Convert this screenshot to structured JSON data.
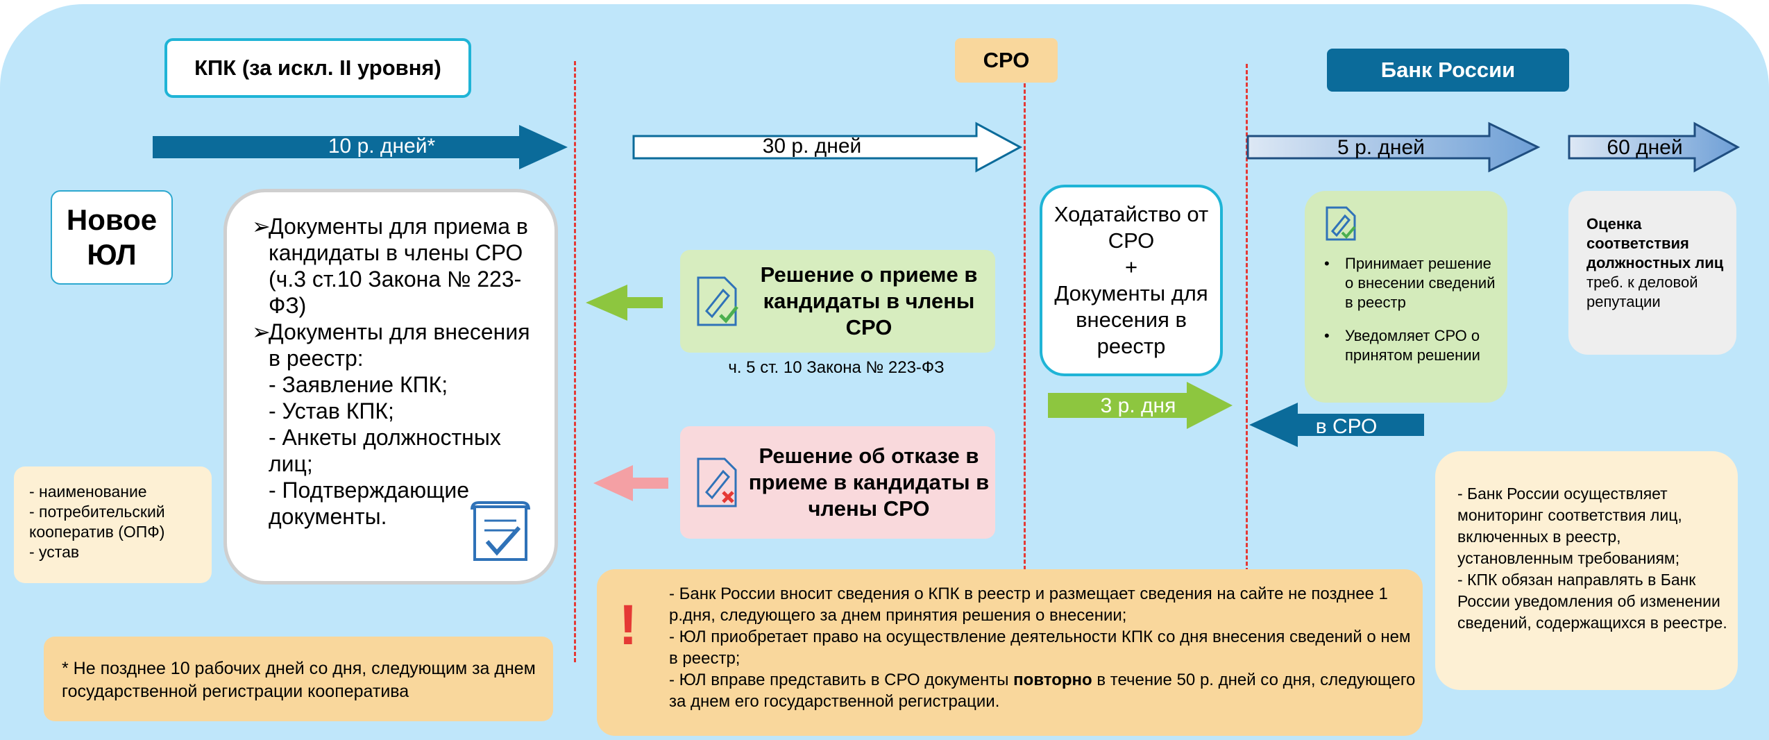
{
  "headers": {
    "kpk": "КПК (за искл. II уровня)",
    "sro": "СРО",
    "central_bank": "Банк России"
  },
  "timeline": {
    "kpk_days": "10 р. дней*",
    "sro_days": "30 р. дней",
    "cb_days": "5 р. дней",
    "assess_days": "60 дней",
    "petition_days": "3 р. дня",
    "to_sro": "в СРО"
  },
  "new_entity": {
    "label": "Новое ЮЛ"
  },
  "documents": {
    "bullets": [
      "Документы для приема в кандидаты в члены СРО (ч.3 ст.10 Закона № 223-ФЗ)",
      "Документы для внесения в реестр:"
    ],
    "bullet_marker": "➢",
    "items": [
      "- Заявление КПК;",
      "- Устав КПК;",
      "- Анкеты должностных лиц;",
      "- Подтверждающие документы."
    ]
  },
  "decision_accept": {
    "title": "Решение о приеме в кандидаты в члены СРО",
    "note": "ч. 5 ст. 10 Закона № 223-ФЗ"
  },
  "decision_reject": {
    "title": "Решение об отказе в приеме в кандидаты в члены СРО"
  },
  "petition": {
    "line1": "Ходатайство от СРО",
    "plus": "+",
    "line2": "Документы для внесения в реестр"
  },
  "cb_actions": {
    "marker": "•",
    "items": [
      "Принимает решение о внесении сведений в реестр",
      "Уведомляет СРО о принятом решении"
    ]
  },
  "assessment": {
    "bold": "Оценка соответствия должностных лиц",
    "rest": " треб. к деловой репутации"
  },
  "attributes": [
    "- наименование",
    "- потребительский кооператив (ОПФ)",
    "- устав"
  ],
  "footnote": "* Не позднее 10 рабочих дней со дня, следующим за днем государственной регистрации кооператива",
  "important": {
    "mark": "!",
    "p1": "- Банк России вносит сведения о КПК в реестр и размещает сведения на сайте не позднее 1 р.дня, следующего за днем принятия решения о внесении;",
    "p2": "- ЮЛ приобретает право на осуществление деятельности КПК со дня внесения сведений о нем в реестр;",
    "p3_before": "- ЮЛ вправе представить в СРО документы ",
    "p3_bold": "повторно",
    "p3_after": " в течение 50 р. дней со дня, следующего за днем его государственной регистрации."
  },
  "monitoring": {
    "p1": "- Банк России осуществляет мониторинг соответствия лиц, включенных в реестр, установленным требованиям;",
    "p2": "- КПК обязан направлять в Банк России уведомления об изменении сведений, содержащихся в реестре."
  },
  "colors": {
    "background": "#bfe6fa",
    "dark_blue": "#0b6b9a",
    "green": "#8dc63f",
    "pink": "#f4a0a4",
    "red": "#e53935",
    "orange": "#f9d79c"
  }
}
